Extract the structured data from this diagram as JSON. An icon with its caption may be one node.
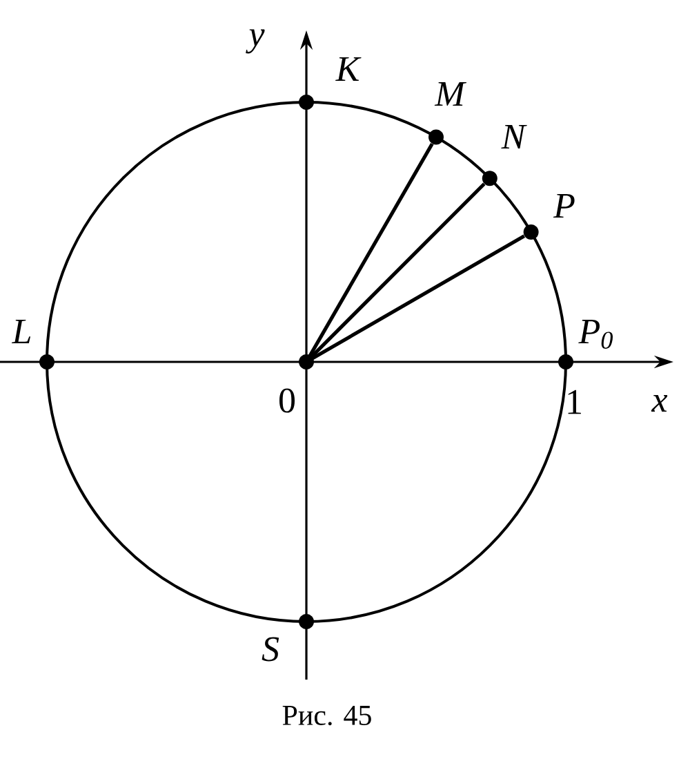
{
  "diagram": {
    "caption": "Рис. 45",
    "nodes": [
      {
        "text": [
          "K"
        ]
      },
      {
        "text": [
          "M"
        ]
      },
      {
        "text": [
          "N"
        ]
      },
      {
        "text": [
          "P"
        ]
      },
      {
        "text": [
          "L"
        ]
      },
      {
        "text": [
          "0"
        ]
      },
      {
        "text": [
          "P$_{0}$"
        ]
      },
      {
        "text": [
          "S"
        ]
      }
    ],
    "edges": [
      {
        "from": 5,
        "to": 1,
        "arrow": "none"
      },
      {
        "from": 5,
        "to": 2,
        "arrow": "none"
      },
      {
        "from": 5,
        "to": 3,
        "arrow": "none"
      }
    ],
    "labels": [
      "y",
      "1",
      "x"
    ]
  }
}
